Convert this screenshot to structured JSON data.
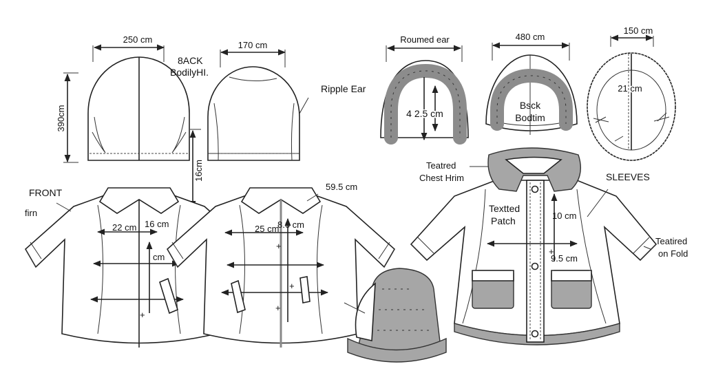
{
  "labels": {
    "hood_back_width": "250 cm",
    "back_title": "8ACK",
    "back_sub": "BodilyHI.",
    "hood_back_height": "390cm",
    "hood_side_width": "170 cm",
    "ripple_ear": "Ripple Ear",
    "vertical_16": "16cm",
    "front": "FRONT",
    "firn": "firn",
    "front_22": "22 cm",
    "front_16": "16 cm",
    "front_cm": "cm",
    "back_25": "25 cm",
    "back_86": "8.6 cm",
    "sleeve_595": "59.5 cm",
    "roumed_ear": "Roumed ear",
    "hood_425": "4 2.5 cm",
    "hood_480": "480 cm",
    "bsck": "Bsck",
    "bodtim": "Bodtim",
    "hood_150": "150 cm",
    "hood_21": "21 cm",
    "teatred": "Teatred",
    "chest_hrim": "Chest Hrim",
    "sleeves": "SLEEVES",
    "textted": "Textted",
    "patch": "Patch",
    "coat_10": "10 cm",
    "coat_95": "9.5 cm",
    "teatired": "Teatired",
    "on_fold": "on Fold"
  },
  "colors": {
    "line": "#222222",
    "fur": "#a6a6a6"
  }
}
